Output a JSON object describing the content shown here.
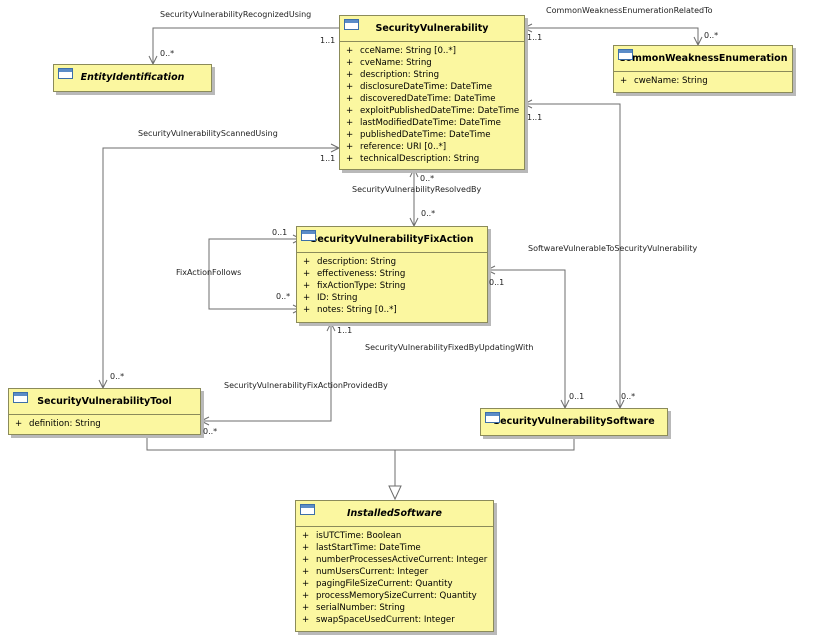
{
  "classes": {
    "security_vulnerability": {
      "name": "SecurityVulnerability",
      "attributes": [
        {
          "vis": "+",
          "text": "cceName: String [0..*]"
        },
        {
          "vis": "+",
          "text": "cveName: String"
        },
        {
          "vis": "+",
          "text": "description: String"
        },
        {
          "vis": "+",
          "text": "disclosureDateTime: DateTime"
        },
        {
          "vis": "+",
          "text": "discoveredDateTime: DateTime"
        },
        {
          "vis": "+",
          "text": "exploitPublishedDateTime: DateTime"
        },
        {
          "vis": "+",
          "text": "lastModifiedDateTime: DateTime"
        },
        {
          "vis": "+",
          "text": "publishedDateTime: DateTime"
        },
        {
          "vis": "+",
          "text": "reference: URI [0..*]"
        },
        {
          "vis": "+",
          "text": "technicalDescription: String"
        }
      ]
    },
    "entity_identification": {
      "name": "EntityIdentification",
      "attributes": []
    },
    "common_weakness_enumeration": {
      "name": "CommonWeaknessEnumeration",
      "attributes": [
        {
          "vis": "+",
          "text": "cweName: String"
        }
      ]
    },
    "fix_action": {
      "name": "SecurityVulnerabilityFixAction",
      "attributes": [
        {
          "vis": "+",
          "text": "description: String"
        },
        {
          "vis": "+",
          "text": "effectiveness: String"
        },
        {
          "vis": "+",
          "text": "fixActionType: String"
        },
        {
          "vis": "+",
          "text": "ID: String"
        },
        {
          "vis": "+",
          "text": "notes: String [0..*]"
        }
      ]
    },
    "tool": {
      "name": "SecurityVulnerabilityTool",
      "attributes": [
        {
          "vis": "+",
          "text": "definition: String"
        }
      ]
    },
    "software": {
      "name": "SecurityVulnerabilitySoftware",
      "attributes": []
    },
    "installed_software": {
      "name": "InstalledSoftware",
      "attributes": [
        {
          "vis": "+",
          "text": "isUTCTime: Boolean"
        },
        {
          "vis": "+",
          "text": "lastStartTime: DateTime"
        },
        {
          "vis": "+",
          "text": "numberProcessesActiveCurrent: Integer"
        },
        {
          "vis": "+",
          "text": "numUsersCurrent: Integer"
        },
        {
          "vis": "+",
          "text": "pagingFileSizeCurrent: Quantity"
        },
        {
          "vis": "+",
          "text": "processMemorySizeCurrent: Quantity"
        },
        {
          "vis": "+",
          "text": "serialNumber: String"
        },
        {
          "vis": "+",
          "text": "swapSpaceUsedCurrent: Integer"
        }
      ]
    }
  },
  "associations": {
    "recognized_using": "SecurityVulnerabilityRecognizedUsing",
    "cwe_related_to": "CommonWeaknessEnumerationRelatedTo",
    "scanned_using": "SecurityVulnerabilityScannedUsing",
    "resolved_by": "SecurityVulnerabilityResolvedBy",
    "fix_action_follows": "FixActionFollows",
    "software_vulnerable_to": "SoftwareVulnerableToSecurityVulnerability",
    "fixed_by_updating_with": "SecurityVulnerabilityFixedByUpdatingWith",
    "fix_action_provided_by": "SecurityVulnerabilityFixActionProvidedBy"
  },
  "multiplicities": {
    "recognized_sv": "1..1",
    "recognized_entity": "0..*",
    "cwe_sv": "1..1",
    "cwe_cwe": "0..*",
    "scanned_sv": "1..1",
    "scanned_tool": "0..*",
    "software_sv": "1..1",
    "software_software": "0..*",
    "resolved_sv": "0..*",
    "resolved_fix": "0..*",
    "follows_top": "0..1",
    "follows_bottom": "0..*",
    "provided_fix": "1..1",
    "provided_tool": "0..*",
    "updating_fix": "0..1",
    "updating_software": "0..1"
  }
}
